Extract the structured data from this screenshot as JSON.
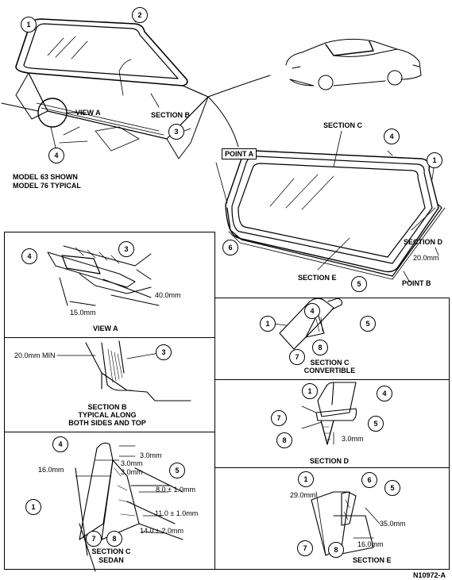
{
  "model_note": {
    "line1": "MODEL 63 SHOWN",
    "line2": "MODEL 76 TYPICAL"
  },
  "figure_id": "N10972-A",
  "top_view": {
    "labels": {
      "view_a": "VIEW A",
      "section_b": "SECTION B",
      "section_c": "SECTION C",
      "section_d": "SECTION D",
      "section_e": "SECTION E",
      "point_a": "POINT A",
      "point_b": "POINT B",
      "dim_20": "20.0mm"
    }
  },
  "panels": {
    "view_a": {
      "title": "VIEW A",
      "dims": [
        "40.0mm",
        "15.0mm"
      ]
    },
    "section_b": {
      "title_line1": "SECTION B",
      "title_line2": "TYPICAL ALONG",
      "title_line3": "BOTH SIDES AND TOP",
      "dims": [
        "20.0mm MIN"
      ]
    },
    "section_c_sedan": {
      "title_line1": "SECTION C",
      "title_line2": "SEDAN",
      "dims": [
        "3.0mm",
        "3.0mm",
        "3.0mm",
        "16.0mm",
        "8.0 ± 1.0mm",
        "11.0 ± 1.0mm",
        "14.0 ± 2.0mm"
      ]
    },
    "section_c_convertible": {
      "title_line1": "SECTION C",
      "title_line2": "CONVERTIBLE"
    },
    "section_d": {
      "title": "SECTION D",
      "dims": [
        "3.0mm"
      ]
    },
    "section_e": {
      "title": "SECTION E",
      "dims": [
        "29.0mm",
        "35.0mm",
        "16.0mm"
      ]
    }
  },
  "callouts": [
    "1",
    "2",
    "3",
    "4",
    "5",
    "6",
    "7",
    "8"
  ]
}
